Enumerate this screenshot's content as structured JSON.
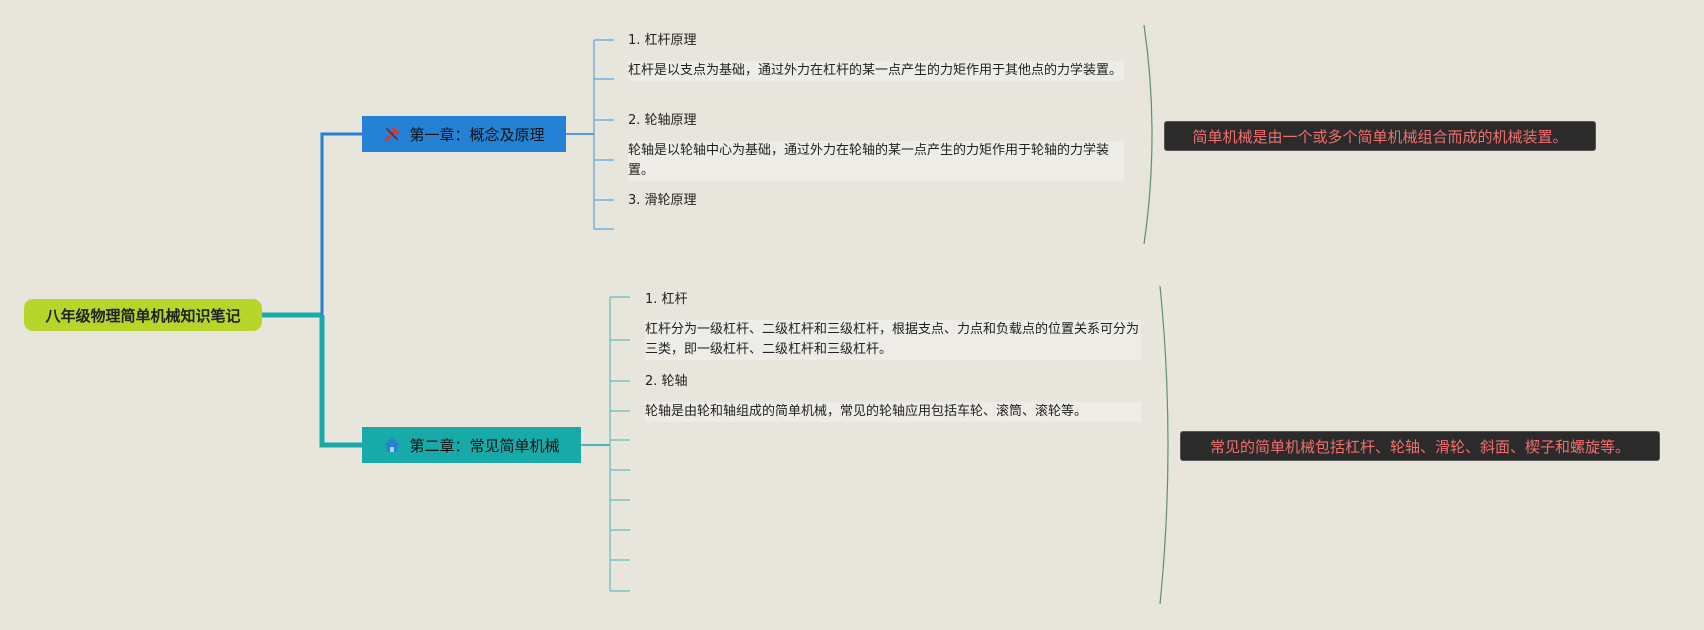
{
  "root": {
    "label": "八年级物理简单机械知识笔记"
  },
  "chapters": [
    {
      "label": "第一章：概念及原理",
      "icon": "tools-icon",
      "color": "#2581d3",
      "items": [
        "1. 杠杆原理",
        "杠杆是以支点为基础，通过外力在杠杆的某一点产生的力矩作用于其他点的力学装置。",
        "2. 轮轴原理",
        "轮轴是以轮轴中心为基础，通过外力在轮轴的某一点产生的力矩作用于轮轴的力学装置。",
        "3. 滑轮原理"
      ],
      "summary": "简单机械是由一个或多个简单机械组合而成的机械装置。"
    },
    {
      "label": "第二章：常见简单机械",
      "icon": "house-icon",
      "color": "#17aaa8",
      "items": [
        "1. 杠杆",
        "杠杆分为一级杠杆、二级杠杆和三级杠杆，根据支点、力点和负载点的位置关系可分为三类，即一级杠杆、二级杠杆和三级杠杆。",
        "2. 轮轴",
        "轮轴是由轮和轴组成的简单机械，常见的轮轴应用包括车轮、滚筒、滚轮等。"
      ],
      "summary": "常见的简单机械包括杠杆、轮轴、滑轮、斜面、楔子和螺旋等。"
    }
  ],
  "colors": {
    "background": "#e8e5dd",
    "root_fill": "#b7d62b",
    "summary_fill": "#2b2b2b",
    "summary_text": "#ef6f6f",
    "bracket": "#5f8f6f"
  }
}
